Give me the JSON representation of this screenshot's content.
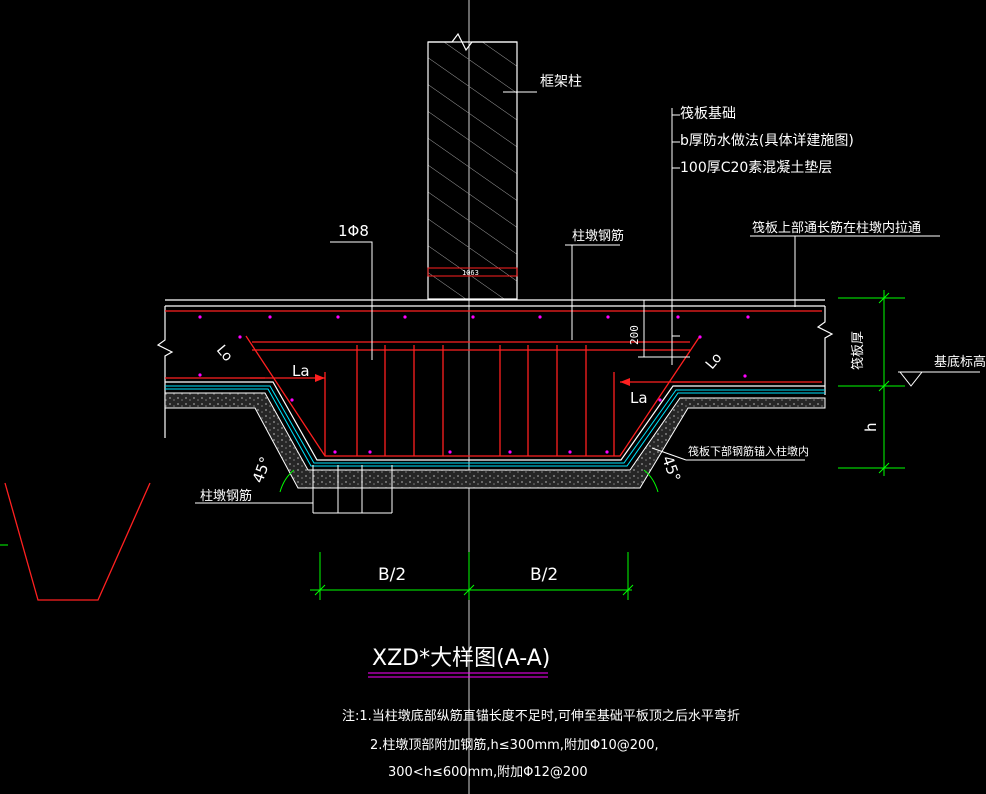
{
  "labels": {
    "frame_column": "框架柱",
    "raft_foundation": "筏板基础",
    "waterproofing": "b厚防水做法(具体详建施图)",
    "cushion": "100厚C20素混凝土垫层",
    "rebar_1phi8": "1Φ8",
    "pier_rebar_top": "柱墩钢筋",
    "pier_rebar_bottom": "柱墩钢筋",
    "top_rebar_note": "筏板上部通长筋在柱墩内拉通",
    "bottom_rebar_note": "筏板下部钢筋锚入柱墩内",
    "raft_thickness": "筏板厚",
    "base_elevation": "基底标高",
    "h_label": "h",
    "dim_200": "200",
    "col_small": "1063",
    "la_left": "La",
    "la_right": "La",
    "lo_left": "Lo",
    "lo_right": "Lo",
    "angle_left": "45°",
    "angle_right": "45°",
    "b_half_left": "B/2",
    "b_half_right": "B/2"
  },
  "title": "XZD*大样图(A-A)",
  "notes": {
    "line1": "注:1.当柱墩底部纵筋直锚长度不足时,可伸至基础平板顶之后水平弯折",
    "line2": "2.柱墩顶部附加钢筋,h≤300mm,附加Φ10@200,",
    "line3": "300<h≤600mm,附加Φ12@200"
  },
  "colors": {
    "background": "#000000",
    "concrete_outline": "#ffffff",
    "rebar": "#ff2020",
    "dimension": "#00ff00",
    "waterproof": "#00e5ff",
    "marker": "#ff00ff",
    "hatch": "#a0a0a0",
    "axis": "#cfcfcf"
  }
}
